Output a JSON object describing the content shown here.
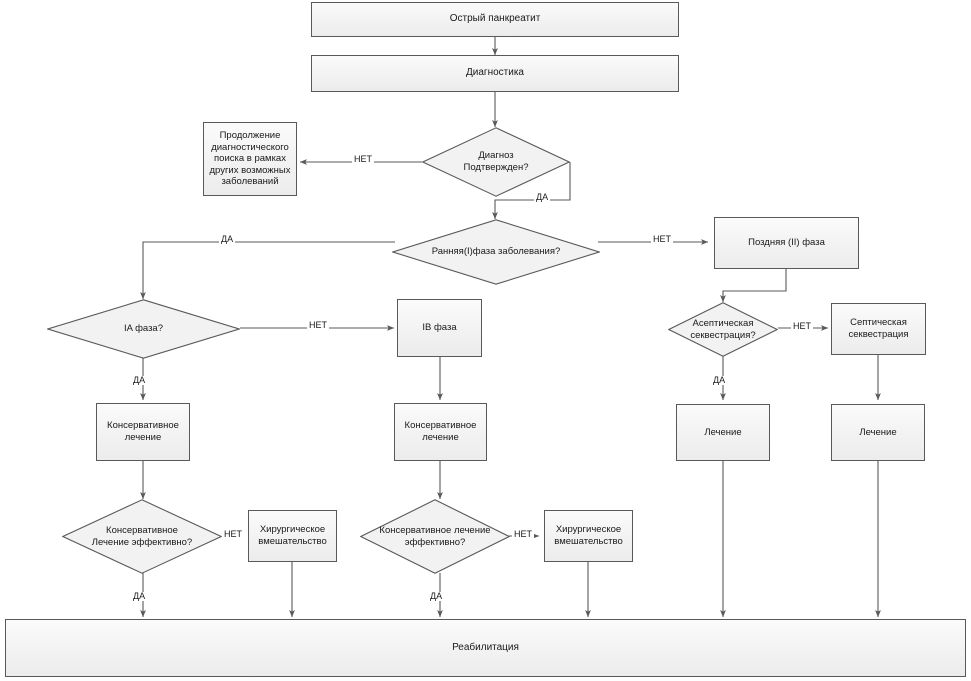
{
  "diagram": {
    "title_text": "Острый панкреатит",
    "language": "ru",
    "theme": {
      "node_fill": "#f2f2f2",
      "node_border": "#595959",
      "edge_color": "#595959",
      "text_color": "#1a1a1a",
      "background": "#ffffff"
    },
    "nodes": {
      "acute_pancreatitis": {
        "label": "Острый панкреатит",
        "shape": "rect"
      },
      "diagnostics": {
        "label": "Диагностика",
        "shape": "rect"
      },
      "diagnosis_confirmed": {
        "label": "Диагноз\nПодтвержден?",
        "shape": "diamond"
      },
      "continue_search": {
        "label": "Продолжение\nдиагностического\nпоиска в рамках\nдругих возможных\nзаболеваний",
        "shape": "rect"
      },
      "early_phase": {
        "label": "Ранняя(I)фаза заболевания?",
        "shape": "diamond"
      },
      "late_phase": {
        "label": "Поздняя (II) фаза",
        "shape": "rect"
      },
      "phase_ia": {
        "label": "IA фаза?",
        "shape": "diamond"
      },
      "phase_ib": {
        "label": "IB фаза",
        "shape": "rect"
      },
      "aseptic_sequestration": {
        "label": "Асептическая\nсеквестрация?",
        "shape": "diamond"
      },
      "septic_sequestration": {
        "label": "Септическая\nсеквестрация",
        "shape": "rect"
      },
      "conservative_treatment_ia": {
        "label": "Консервативное\nлечение",
        "shape": "rect"
      },
      "conservative_treatment_ib": {
        "label": "Консервативное\nлечение",
        "shape": "rect"
      },
      "treatment_aseptic": {
        "label": "Лечение",
        "shape": "rect"
      },
      "treatment_septic": {
        "label": "Лечение",
        "shape": "rect"
      },
      "conservative_effective_ia": {
        "label": "Консервативное\nЛечение эффективно?",
        "shape": "diamond"
      },
      "conservative_effective_ib": {
        "label": "Консервативное лечение\nэффективно?",
        "shape": "diamond"
      },
      "surgery_ia": {
        "label": "Хирургическое\nвмешательство",
        "shape": "rect"
      },
      "surgery_ib": {
        "label": "Хирургическое\nвмешательство",
        "shape": "rect"
      },
      "rehabilitation": {
        "label": "Реабилитация",
        "shape": "rect"
      }
    },
    "edge_labels": {
      "diagnosis_no": "НЕТ",
      "diagnosis_yes": "ДА",
      "early_phase_yes": "ДА",
      "early_phase_no": "НЕТ",
      "phase_ia_no": "НЕТ",
      "phase_ia_yes": "ДА",
      "aseptic_no": "НЕТ",
      "aseptic_yes": "ДА",
      "conservative_ia_no": "НЕТ",
      "conservative_ia_yes": "ДА",
      "conservative_ib_no": "НЕТ",
      "conservative_ib_yes": "ДА"
    }
  }
}
